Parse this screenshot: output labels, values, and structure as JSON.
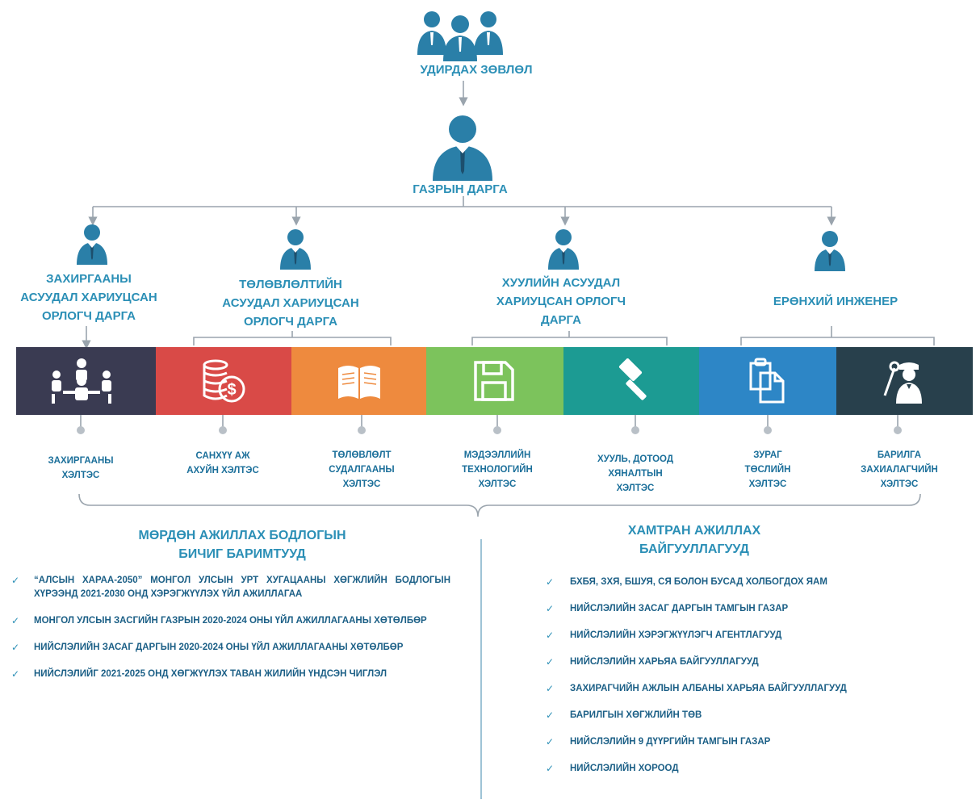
{
  "top": {
    "board_label": "УДИРДАХ ЗӨВЛӨЛ",
    "head_label": "ГАЗРЫН ДАРГА"
  },
  "departments": [
    {
      "label": [
        "ЗАХИРГААНЫ",
        "АСУУДАЛ ХАРИУЦСАН",
        "ОРЛОГЧ ДАРГА"
      ]
    },
    {
      "label": [
        "ТӨЛӨВЛӨЛТИЙН",
        "АСУУДАЛ ХАРИУЦСАН",
        "ОРЛОГЧ ДАРГА"
      ]
    },
    {
      "label": [
        "ХУУЛИЙН АСУУДАЛ",
        "ХАРИУЦСАН ОРЛОГЧ",
        "ДАРГА"
      ]
    },
    {
      "label": [
        "ЕРӨНХИЙ ИНЖЕНЕР"
      ]
    }
  ],
  "units": [
    {
      "label": [
        "ЗАХИРГААНЫ",
        "ХЭЛТЭС"
      ],
      "color": "#3a3b52",
      "icon": "meeting-icon"
    },
    {
      "label": [
        "САНХҮҮ АЖ",
        "АХУЙН ХЭЛТЭС"
      ],
      "color": "#d94a47",
      "icon": "coins-dollar-icon"
    },
    {
      "label": [
        "ТӨЛӨВЛӨЛТ",
        "СУДАЛГААНЫ",
        "ХЭЛТЭС"
      ],
      "color": "#ee8a3e",
      "icon": "book-icon"
    },
    {
      "label": [
        "МЭДЭЭЛЛИЙН",
        "ТЕХНОЛОГИЙН",
        "ХЭЛТЭС"
      ],
      "color": "#7cc35c",
      "icon": "floppy-disk-icon"
    },
    {
      "label": [
        "ХУУЛЬ, ДОТООД",
        "ХЯНАЛТЫН",
        "ХЭЛТЭС"
      ],
      "color": "#1c9b93",
      "icon": "gavel-icon"
    },
    {
      "label": [
        "ЗУРАГ",
        "ТӨСЛИЙН",
        "ХЭЛТЭС"
      ],
      "color": "#2d86c6",
      "icon": "documents-icon"
    },
    {
      "label": [
        "БАРИЛГА",
        "ЗАХИАЛАГЧИЙН",
        "ХЭЛТЭС"
      ],
      "color": "#28404c",
      "icon": "engineer-icon"
    }
  ],
  "policy": {
    "title": [
      "МӨРДӨН АЖИЛЛАХ БОДЛОГЫН",
      "БИЧИГ БАРИМТУУД"
    ],
    "items": [
      "“АЛСЫН ХАРАА-2050” МОНГОЛ УЛСЫН УРТ ХУГАЦААНЫ ХӨГЖЛИЙН БОДЛОГЫН ХҮРЭЭНД 2021-2030 ОНД ХЭРЭГЖҮҮЛЭХ ҮЙЛ АЖИЛЛАГАА",
      "МОНГОЛ УЛСЫН ЗАСГИЙН ГАЗРЫН 2020-2024 ОНЫ ҮЙЛ АЖИЛЛАГААНЫ ХӨТӨЛБӨР",
      "НИЙСЛЭЛИЙН ЗАСАГ ДАРГЫН 2020-2024 ОНЫ ҮЙЛ АЖИЛЛАГААНЫ ХӨТӨЛБӨР",
      "НИЙСЛЭЛИЙГ 2021-2025 ОНД ХӨГЖҮҮЛЭХ ТАВАН ЖИЛИЙН ҮНДСЭН ЧИГЛЭЛ"
    ]
  },
  "partners": {
    "title": [
      "ХАМТРАН АЖИЛЛАХ",
      "БАЙГУУЛЛАГУУД"
    ],
    "items": [
      "БХБЯ, ЗХЯ, БШУЯ, СЯ БОЛОН БУСАД ХОЛБОГДОХ ЯАМ",
      "НИЙСЛЭЛИЙН ЗАСАГ ДАРГЫН ТАМГЫН ГАЗАР",
      "НИЙСЛЭЛИЙН ХЭРЭГЖҮҮЛЭГЧ АГЕНТЛАГУУД",
      "НИЙСЛЭЛИЙН ХАРЬЯА БАЙГУУЛЛАГУУД",
      "ЗАХИРАГЧИЙН АЖЛЫН АЛБАНЫ ХАРЬЯА БАЙГУУЛЛАГУУД",
      "БАРИЛГЫН ХӨГЖЛИЙН ТӨВ",
      "НИЙСЛЭЛИЙН 9 ДҮҮРГИЙН ТАМГЫН ГАЗАР",
      "НИЙСЛЭЛИЙН ХОРООД"
    ]
  },
  "colors": {
    "accent": "#2b8fb6",
    "icon": "#2a7fa8",
    "connector": "#9aa4ad"
  }
}
